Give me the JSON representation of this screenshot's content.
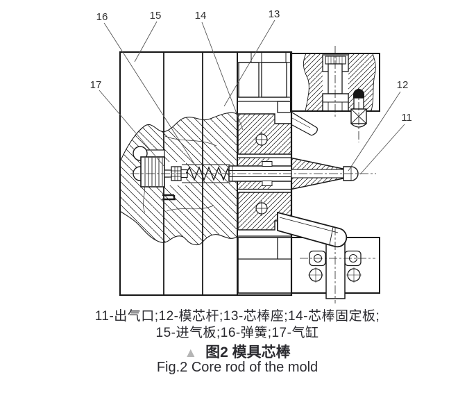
{
  "drawing": {
    "callouts": [
      "16",
      "15",
      "14",
      "13",
      "17",
      "12",
      "11"
    ]
  },
  "caption": {
    "parts_line1": "11-出气口;12-模芯杆;13-芯棒座;14-芯棒固定板;",
    "parts_line2": "15-进气板;16-弹簧;17-气缸",
    "marker": "▲",
    "title_cn": "图2 模具芯棒",
    "title_en": "Fig.2 Core rod of the mold"
  }
}
